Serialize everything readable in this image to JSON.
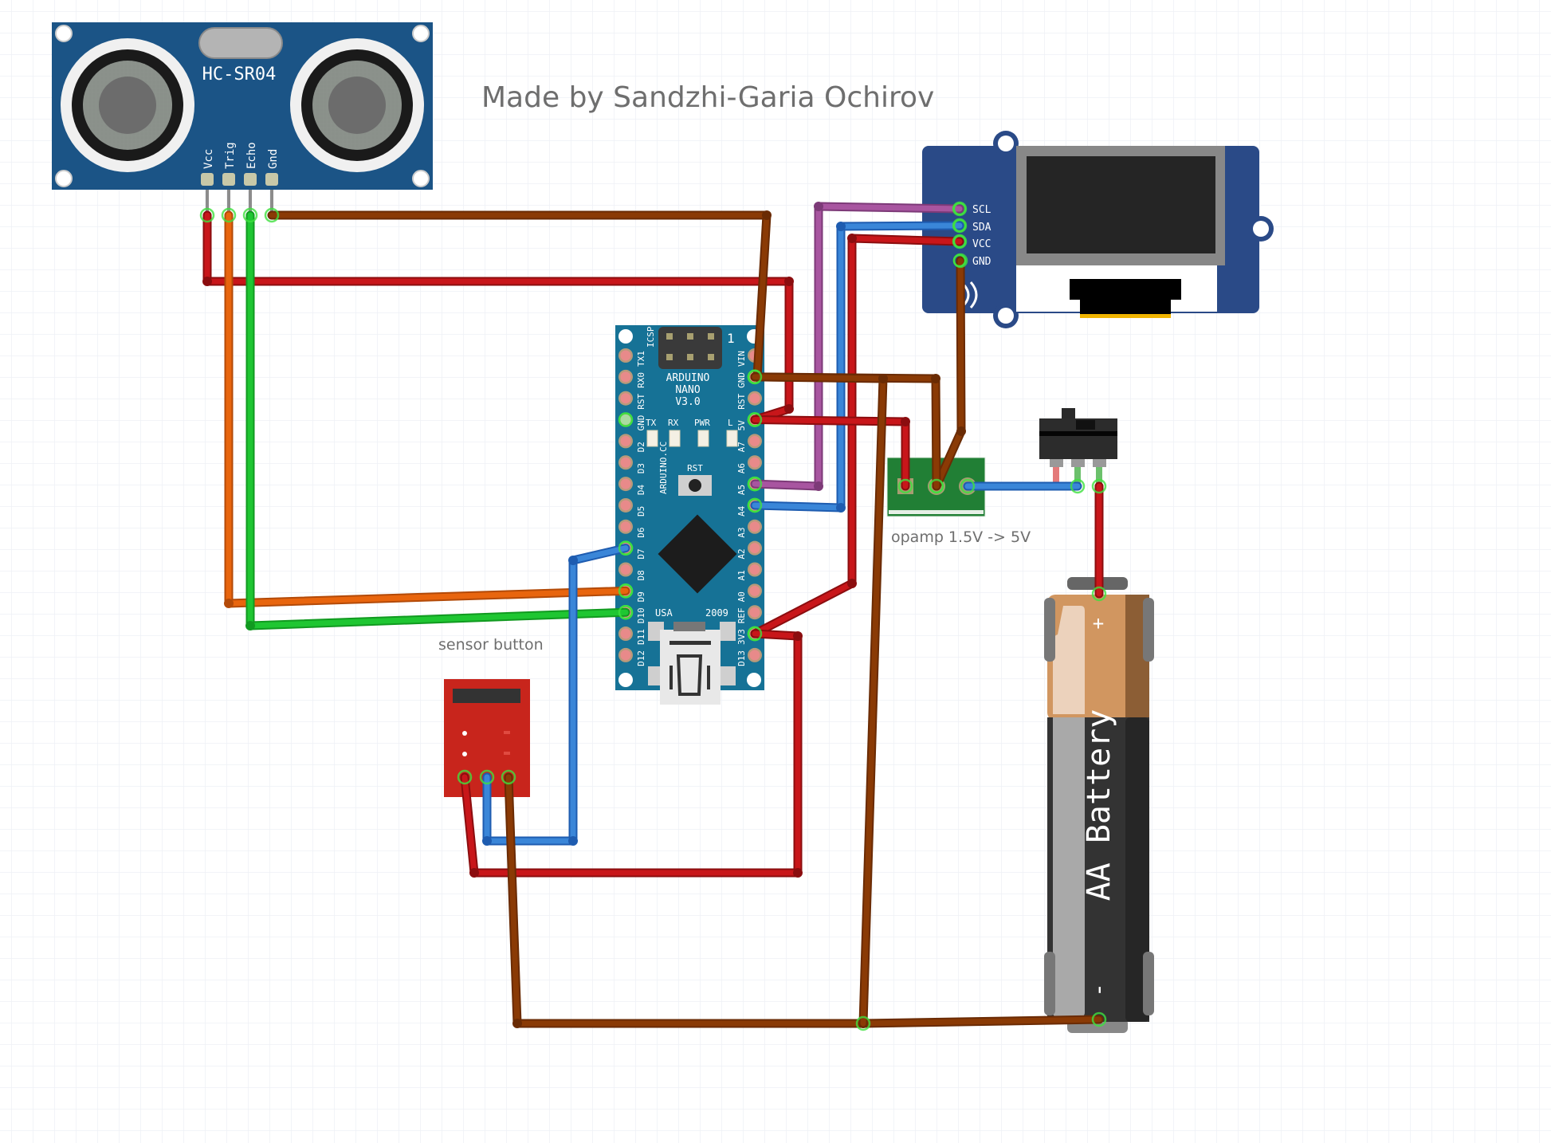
{
  "title": "Made by Sandzhi-Garia Ochirov",
  "colors": {
    "background": "#ffffff",
    "grid": "#eef0f5",
    "wire_red": "#c8161a",
    "wire_red_dark": "#8b0d0f",
    "wire_orange": "#e8650e",
    "wire_green": "#1fc632",
    "wire_brown": "#8a3a05",
    "wire_brown_dark": "#6a2b04",
    "wire_blue": "#3a86d8",
    "wire_blue_dark": "#1e5cb0",
    "wire_purple": "#a855a0",
    "wire_purple_dark": "#7d3a78",
    "sensor_board": "#1b5486",
    "oled_board": "#2a4a87",
    "nano_board": "#167296",
    "opamp_board": "#217f35",
    "button_board": "#c8251c"
  },
  "components": {
    "ultrasonic": {
      "model": "HC-SR04",
      "pins": [
        "Vcc",
        "Trig",
        "Echo",
        "Gnd"
      ]
    },
    "oled": {
      "pins": [
        "SCL",
        "SDA",
        "VCC",
        "GND"
      ]
    },
    "nano": {
      "name_line1": "ARDUINO",
      "name_line2": "NANO",
      "version": "V3.0",
      "icsp": "ICSP",
      "pin1_mark": "1",
      "website": "ARDUINO.CC",
      "country": "USA",
      "year": "2009",
      "reset_label": "RST",
      "leds": [
        "TX",
        "RX",
        "PWR",
        "L"
      ],
      "left_pins": [
        "TX1",
        "RX0",
        "RST",
        "GND",
        "D2",
        "D3",
        "D4",
        "D5",
        "D6",
        "D7",
        "D8",
        "D9",
        "D10",
        "D11",
        "D12"
      ],
      "right_pins": [
        "VIN",
        "GND",
        "RST",
        "5V",
        "A7",
        "A6",
        "A5",
        "A4",
        "A3",
        "A2",
        "A1",
        "A0",
        "REF",
        "3V3",
        "D13"
      ]
    },
    "opamp": {
      "label": "opamp 1.5V -> 5V"
    },
    "sensor_button": {
      "label": "sensor button"
    },
    "battery": {
      "label": "AA Battery",
      "plus": "+",
      "minus": "-"
    },
    "switch": {
      "type": "slide switch"
    }
  },
  "connections": [
    {
      "from": "HC-SR04 Vcc",
      "to": "Nano 5V",
      "color": "red"
    },
    {
      "from": "HC-SR04 Trig",
      "to": "Nano D9",
      "color": "orange"
    },
    {
      "from": "HC-SR04 Echo",
      "to": "Nano D10",
      "color": "green"
    },
    {
      "from": "HC-SR04 Gnd",
      "to": "Nano GND",
      "color": "brown"
    },
    {
      "from": "OLED SCL",
      "to": "Nano A5",
      "color": "purple"
    },
    {
      "from": "OLED SDA",
      "to": "Nano A4",
      "color": "blue"
    },
    {
      "from": "OLED VCC",
      "to": "Nano 3V3",
      "color": "red"
    },
    {
      "from": "OLED GND",
      "to": "Opamp GND",
      "color": "brown"
    },
    {
      "from": "Nano 5V",
      "to": "Opamp OUT",
      "color": "red"
    },
    {
      "from": "Nano GND",
      "to": "Opamp GND",
      "color": "brown"
    },
    {
      "from": "Opamp IN",
      "to": "Switch",
      "color": "blue"
    },
    {
      "from": "Switch",
      "to": "Battery +",
      "color": "red"
    },
    {
      "from": "Sensor button VCC",
      "to": "Nano 3V3",
      "color": "red"
    },
    {
      "from": "Sensor button SIG",
      "to": "Nano D7",
      "color": "blue"
    },
    {
      "from": "Sensor button GND",
      "to": "Battery -",
      "color": "brown"
    },
    {
      "from": "Nano GND",
      "to": "Battery -",
      "color": "brown"
    }
  ]
}
